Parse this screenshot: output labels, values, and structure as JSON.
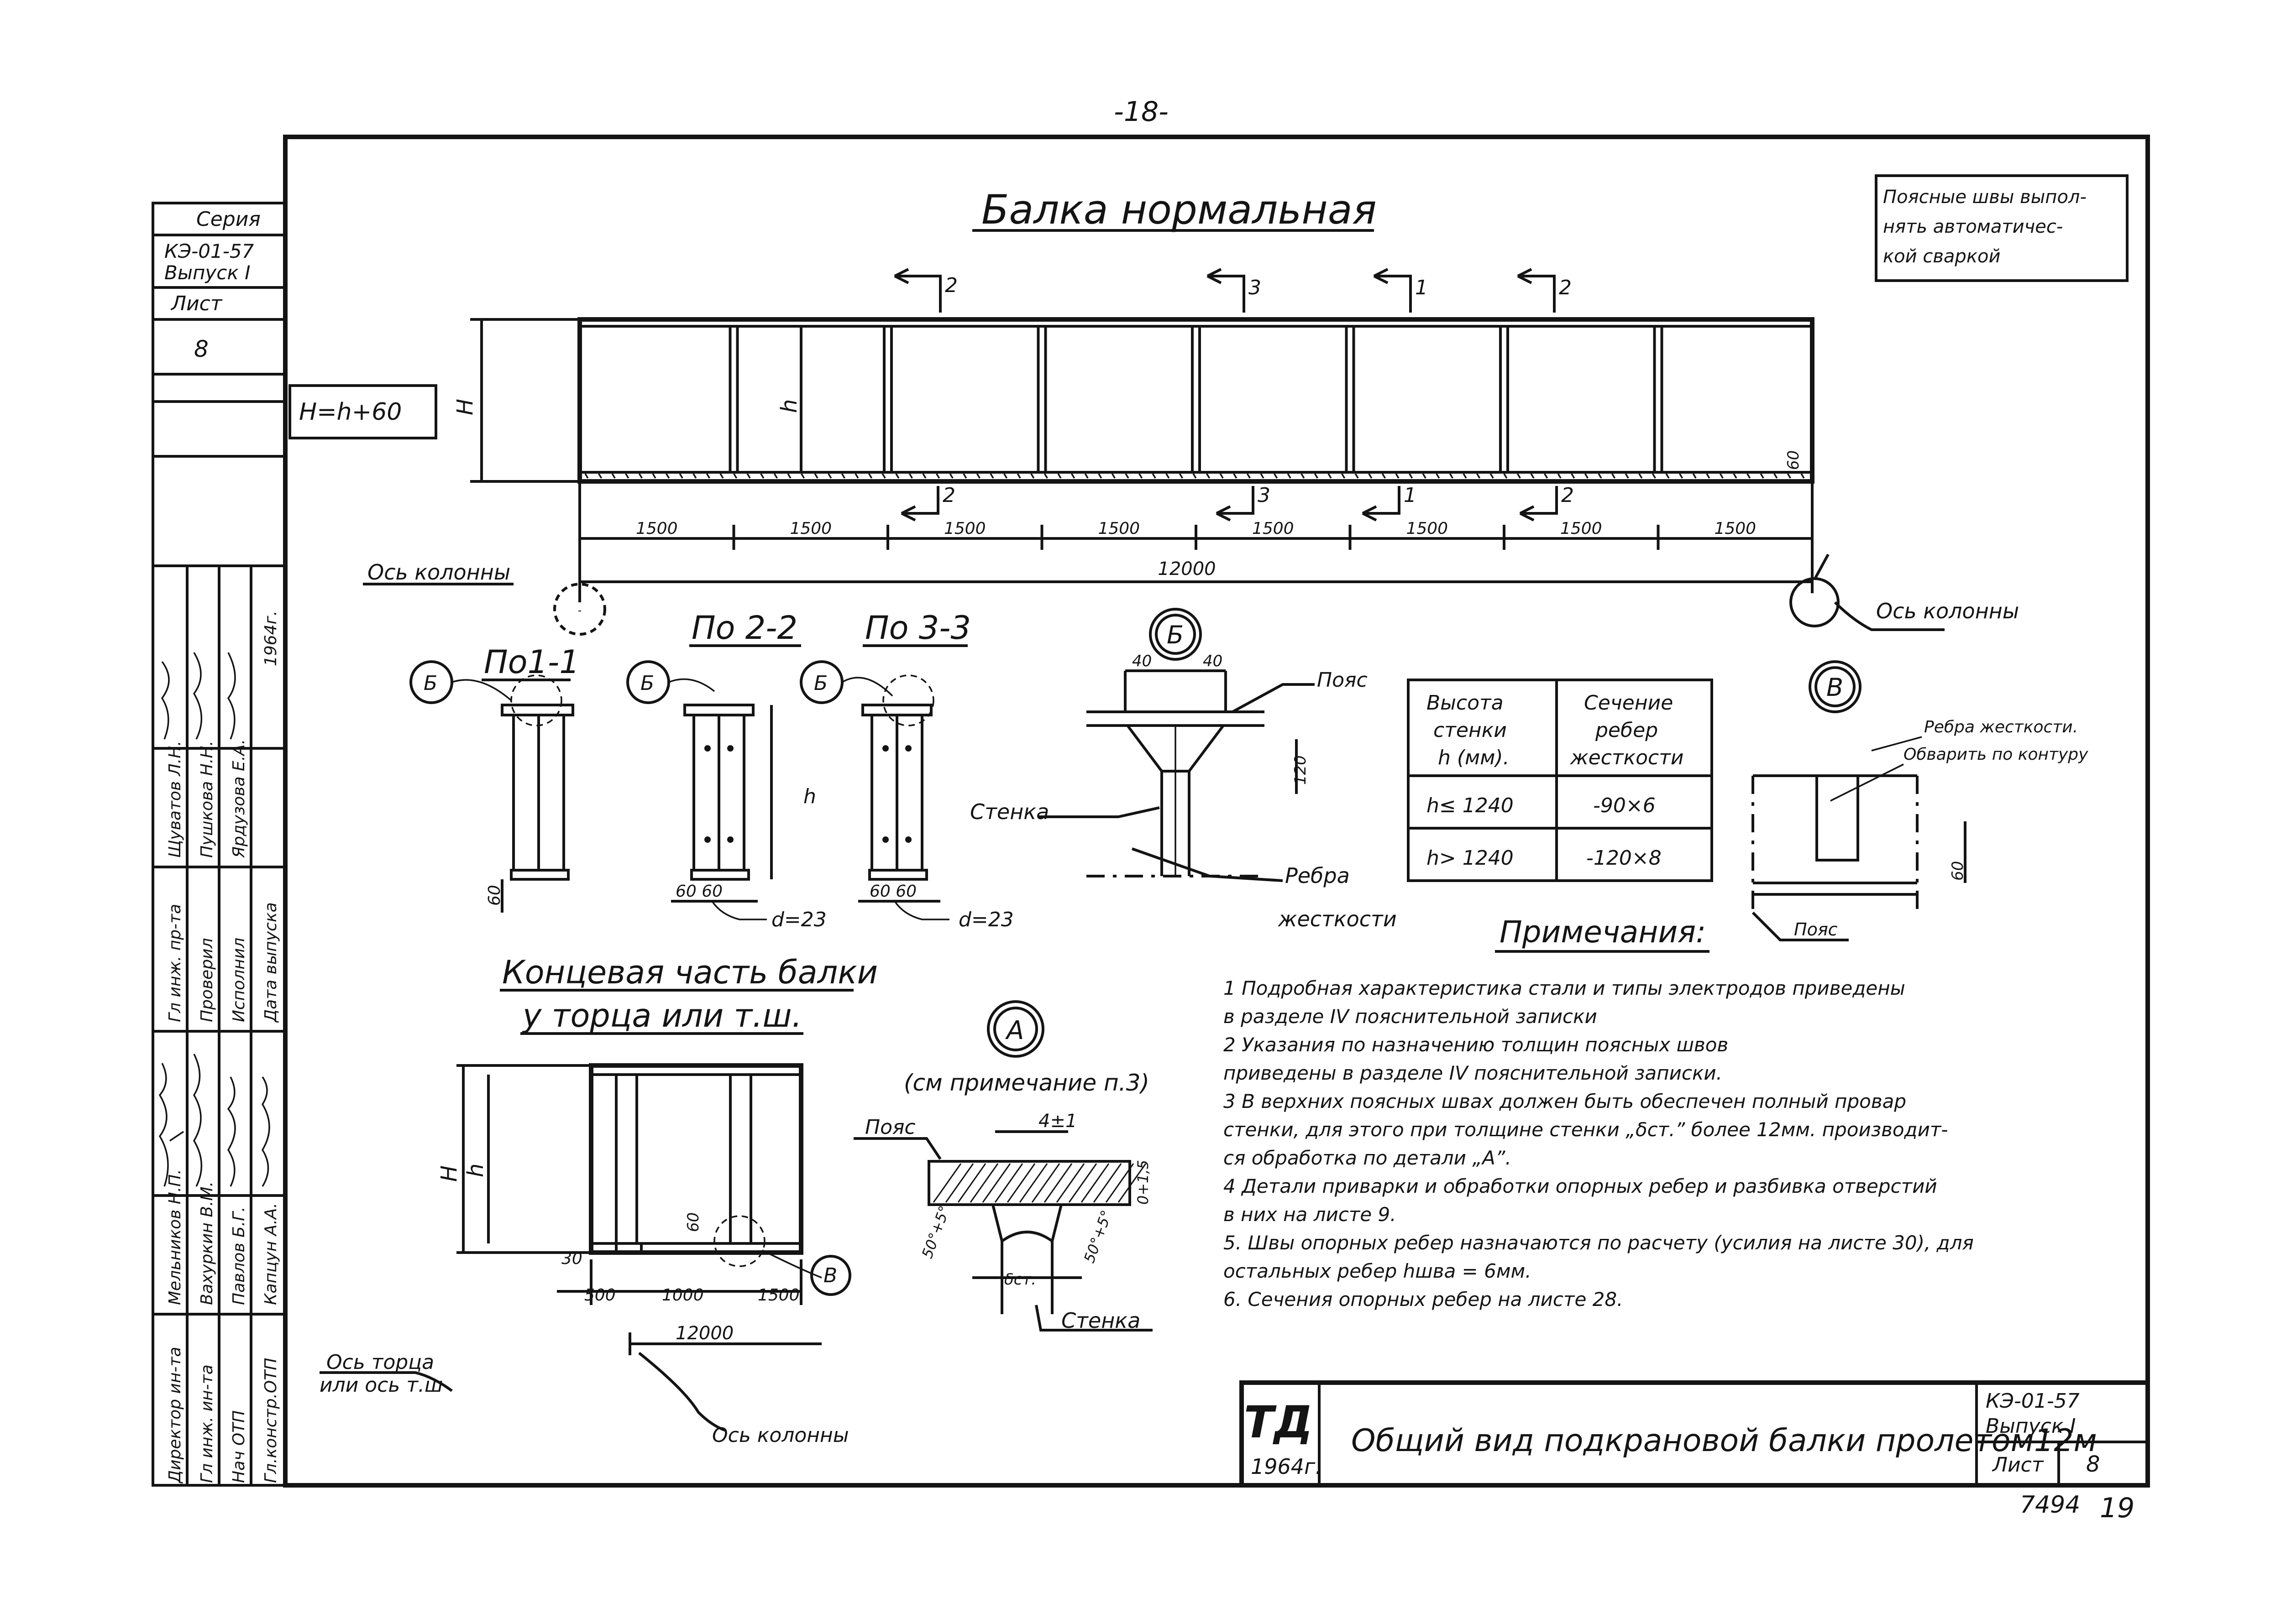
{
  "page_number": "-18-",
  "main_title": "Балка нормальная",
  "weld_note": [
    "Поясные швы выпол-",
    "нять автоматичес-",
    "кой сваркой"
  ],
  "formula": "H=h+60",
  "beam": {
    "label_H": "H",
    "label_h": "h",
    "dim_60": "60",
    "panel_spans": [
      "1500",
      "1500",
      "1500",
      "1500",
      "1500",
      "1500",
      "1500",
      "1500"
    ],
    "total_span": "12000",
    "section_marks_top": [
      "2",
      "3",
      "1",
      "2"
    ],
    "section_marks_bottom": [
      "2",
      "3",
      "1",
      "2"
    ]
  },
  "axis_column_left": "Ось колонны",
  "axis_column_right": "Ось колонны",
  "sections": {
    "s11": "По1-1",
    "s22": "По 2-2",
    "s33": "По 3-3",
    "callout_b": "Б",
    "dim_h": "h",
    "dim_60": "60",
    "dim_60_60": "60 60",
    "dim_d": "d=23"
  },
  "detail_b": {
    "title": "Б",
    "dim_40a": "40",
    "dim_40b": "40",
    "dim_120": "120",
    "label_belt": "Пояс",
    "label_web": "Стенка",
    "label_ribs": [
      "Ребра",
      "жесткости"
    ]
  },
  "rib_table": {
    "header": [
      [
        "Высота",
        "стенки",
        "h (мм)."
      ],
      [
        "Сечение",
        "ребер",
        "жесткости"
      ]
    ],
    "rows": [
      [
        "h≤ 1240",
        "-90×6"
      ],
      [
        "h> 1240",
        "-120×8"
      ]
    ]
  },
  "detail_v": {
    "title": "В",
    "note": [
      "Ребра жесткости.",
      "Обварить по контуру"
    ],
    "dim_60": "60",
    "label_belt": "Пояс"
  },
  "end_part": {
    "title": [
      "Концевая часть балки",
      "у торца или т.ш."
    ],
    "label_H": "H",
    "label_h": "h",
    "dim_60": "60",
    "dim_30": "30",
    "dims": [
      "500",
      "1000",
      "1500"
    ],
    "span": "12000",
    "callout_v": "В",
    "axis_end": [
      "Ось торца",
      "или ось т.ш"
    ],
    "axis_column": "Ось колонны"
  },
  "detail_a": {
    "title": "А",
    "ref": "(см примечание п.3)",
    "label_belt": "Пояс",
    "label_web": "Стенка",
    "dim_gap": "4±1",
    "dim_side": "0+1,5",
    "angle_left": "50°+5°",
    "angle_right": "50°+5°",
    "label_delta": "δст."
  },
  "notes": {
    "title": "Примечания:",
    "lines": [
      "1 Подробная  характеристика  стали и типы электродов приведены",
      "   в разделе IV пояснительной   записки",
      "2 Указания  по назначению  толщин поясных швов",
      "   приведены  в разделе IV пояснительной  записки.",
      "3 В верхних  поясных  швах  должен  быть  обеспечен полный провар",
      "   стенки, для этого при толщине стенки „δст.” более 12мм. производит-",
      "   ся  обработка  по детали  „А”.",
      "4 Детали  приварки  и обработки опорных ребер и разбивка отверстий",
      "   в них на листе 9.",
      "5. Швы опорных ребер  назначаются по расчету (усилия на листе 30), для",
      "   остальных ребер  hшва = 6мм.",
      "6. Сечения  опорных  ребер на листе 28."
    ]
  },
  "stamp": {
    "series_label": "Серия",
    "series_value": [
      "КЭ-01-57",
      "Выпуск I"
    ],
    "sheet_label": "Лист",
    "sheet_value": "8",
    "roles": [
      "Директор ин-та",
      "Гл инж. ин-та",
      "Нач ОТП",
      "Гл.констр.ОТП",
      "Гл инж. пр-та",
      "Проверил",
      "Исполнил",
      "Дата выпуска"
    ],
    "names": [
      "Мельников Н.П.",
      "Вахуркин В.М.",
      "Павлов Б.Г.",
      "Капцун А.А.",
      "Щуватов Л.Н.",
      "Пушкова Н.Н.",
      "Ярдузова Е.А.",
      "1964г."
    ]
  },
  "title_block": {
    "logo": "ТД",
    "year": "1964г.",
    "drawing_title": "Общий вид подкрановой балки пролетом12м",
    "code": [
      "КЭ-01-57",
      "Выпуск I"
    ],
    "sheet_label": "Лист",
    "sheet_value": "8",
    "number": "7494",
    "number2": "19"
  }
}
